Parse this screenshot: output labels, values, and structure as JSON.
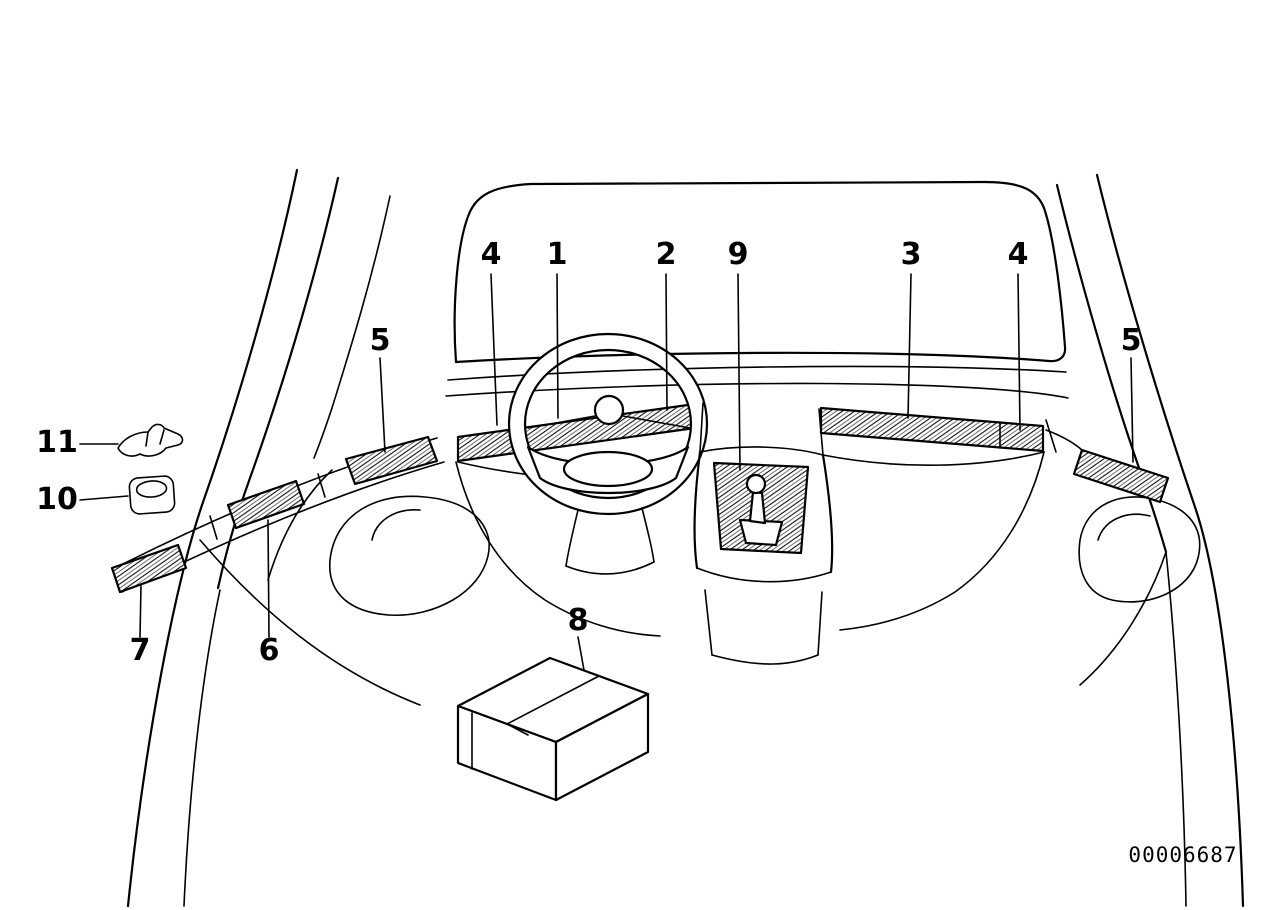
{
  "colors": {
    "background": "#ffffff",
    "line": "#000000"
  },
  "callouts": {
    "c4_left": "4",
    "c1": "1",
    "c2": "2",
    "c9": "9",
    "c3": "3",
    "c4_right": "4",
    "c5_left": "5",
    "c5_right": "5",
    "c11": "11",
    "c10": "10",
    "c7": "7",
    "c6": "6",
    "c8": "8"
  },
  "footer": {
    "document_number": "00006687"
  }
}
